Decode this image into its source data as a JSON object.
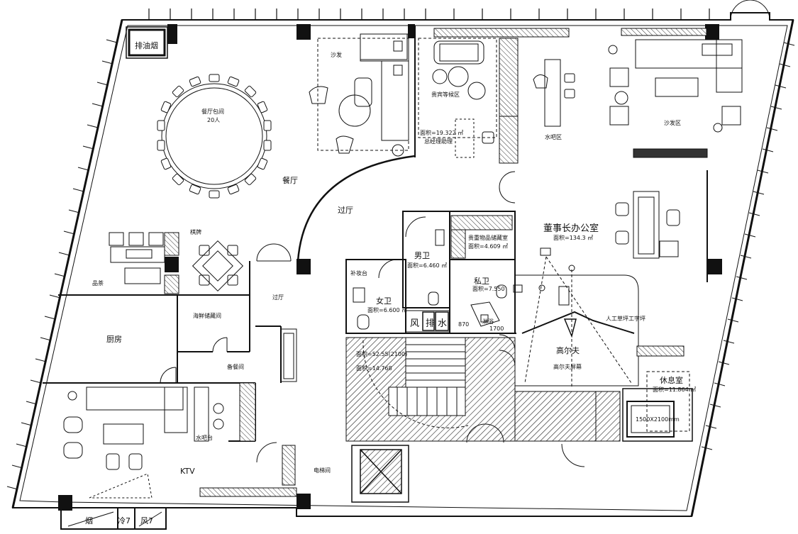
{
  "plan": {
    "labels": {
      "exhaust_smoke": "排油烟",
      "banquet_room": "餐厅包间",
      "banquet_capacity": "20人",
      "sofa_a": "沙发",
      "restaurant": "餐厅",
      "vip_wait": "贵宾等候区",
      "vip_wait_area": "面积=19.322 ㎡",
      "gm_assistant": "总经理助理",
      "water_bar_top": "水吧区",
      "sofa_area": "沙发区",
      "hall_1": "过厅",
      "chairman_office": "董事长办公室",
      "chairman_area": "面积=134.3 ㎡",
      "chess": "棋牌",
      "tea": "品茶",
      "valuables_storage": "贵重物品储藏室",
      "valuables_area": "面积=4.609 ㎡",
      "mens_wc": "男卫",
      "mens_area": "面积=6.460 ㎡",
      "makeup": "补妆台",
      "private_wc": "私卫",
      "private_area": "面积=7.550",
      "womens_wc": "女卫",
      "womens_area": "面积=6.600 ㎡",
      "seafood_storage": "海鲜储藏间",
      "hall_2": "过厅",
      "kitchen": "厨房",
      "prep_room": "备餐间",
      "wind": "风",
      "exhaust": "排",
      "water": "水",
      "dim_870": "870",
      "shower": "淋浴",
      "dim_1700": "1700",
      "stair_note_1": "面积=52.55(2100)",
      "stair_note_2": "面积=14.768",
      "golf": "高尔夫",
      "golf_screen": "高尔夫屏幕",
      "artificial_turf": "人工草坪工字坪",
      "rest_room": "休息室",
      "rest_area": "面积=11.864 ㎡",
      "bed_size": "1500X2100mm",
      "water_bar_bottom": "水吧台",
      "ktv": "KTV",
      "elevator": "电梯间",
      "smoke": "烟",
      "cold_7": "冷7",
      "wind_7": "风7"
    }
  }
}
